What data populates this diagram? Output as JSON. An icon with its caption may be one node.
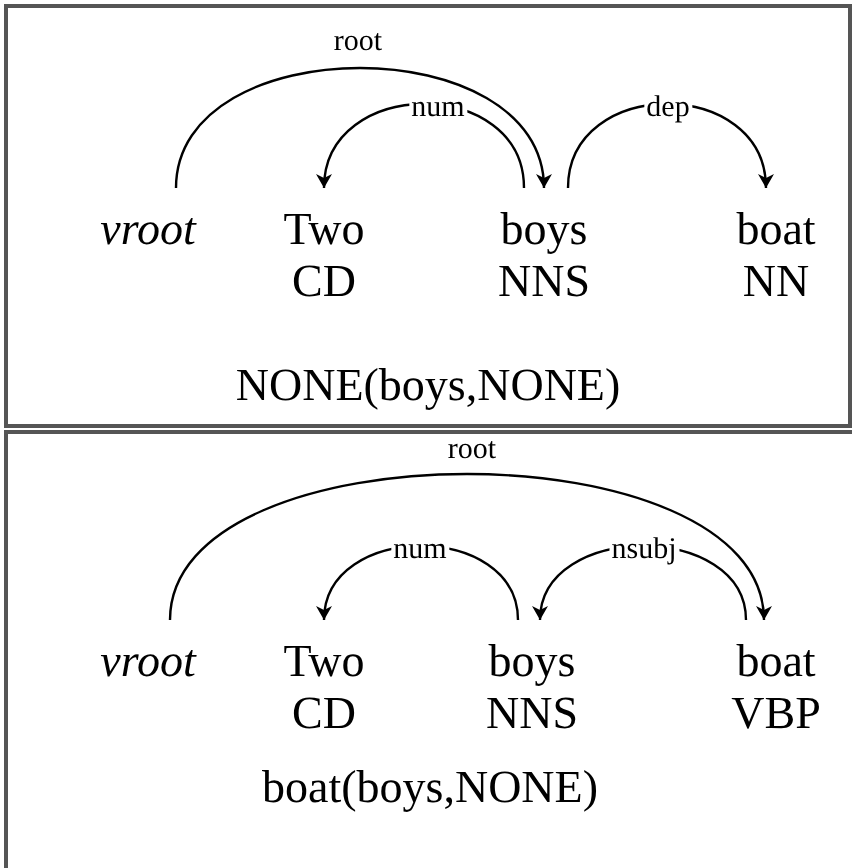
{
  "diagram": {
    "nodes": [
      {
        "text": [
          "NONE(boys,NONE)"
        ]
      },
      {
        "text": [
          "vroot"
        ],
        "in": 0
      },
      {
        "text": [
          "Two",
          "CD"
        ],
        "in": 0
      },
      {
        "text": [
          "boys",
          "NNS"
        ],
        "in": 0
      },
      {
        "text": [
          "boat",
          "NN"
        ],
        "in": 0
      },
      {
        "text": [
          "boat(boys,NONE)"
        ]
      },
      {
        "text": [
          "vroot"
        ],
        "in": 5
      },
      {
        "text": [
          "Two",
          "CD"
        ],
        "in": 5
      },
      {
        "text": [
          "boys",
          "NNS"
        ],
        "in": 5
      },
      {
        "text": [
          "boat",
          "VBP"
        ],
        "in": 5
      }
    ],
    "edges": [
      {
        "from": 1,
        "to": 3,
        "arrow": "to",
        "label": "root"
      },
      {
        "from": 3,
        "to": 2,
        "arrow": "to",
        "label": "num"
      },
      {
        "from": 3,
        "to": 4,
        "arrow": "to",
        "label": "dep"
      },
      {
        "from": 6,
        "to": 9,
        "arrow": "to",
        "label": "root"
      },
      {
        "from": 8,
        "to": 7,
        "arrow": "to",
        "label": "num"
      },
      {
        "from": 9,
        "to": 8,
        "arrow": "to",
        "label": "nsubj"
      }
    ]
  }
}
